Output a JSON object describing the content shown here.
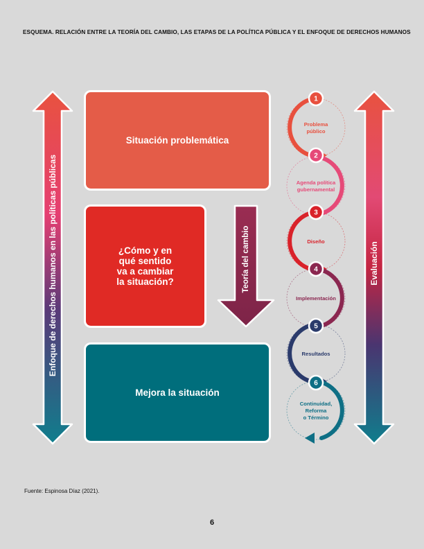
{
  "header": {
    "title": "ESQUEMA. RELACIÓN ENTRE LA TEORÍA DEL CAMBIO, LAS ETAPAS  DE LA POLÍTICA PÚBLICA Y EL ENFOQUE DE DERECHOS HUMANOS"
  },
  "left_arrow_label": "Enfoque de derechos humanos en las políticas públicas",
  "right_arrow_label": "Evaluación",
  "middle_arrow_label": "Teoría del cambio",
  "boxes": {
    "problem": "Situación problemática",
    "question": [
      "¿Cómo y en",
      "qué sentido",
      "va a cambiar",
      "la situación?"
    ],
    "improve": "Mejora la situación"
  },
  "stages": [
    {
      "num": "1",
      "label": [
        "Problema",
        "público"
      ],
      "color": "#e8503e"
    },
    {
      "num": "2",
      "label": [
        "Agenda política",
        "gubernamental"
      ],
      "color": "#e64a78"
    },
    {
      "num": "3",
      "label": [
        "Diseño"
      ],
      "color": "#d9222a"
    },
    {
      "num": "4",
      "label": [
        "Implementación"
      ],
      "color": "#8b2750"
    },
    {
      "num": "5",
      "label": [
        "Resultados"
      ],
      "color": "#2a3a6b"
    },
    {
      "num": "6",
      "label": [
        "Continuidad,",
        "Reforma",
        "o Término"
      ],
      "color": "#0e6f85"
    }
  ],
  "footer": {
    "source": "Fuente: Espinosa Díaz (2021).",
    "page": "6"
  }
}
